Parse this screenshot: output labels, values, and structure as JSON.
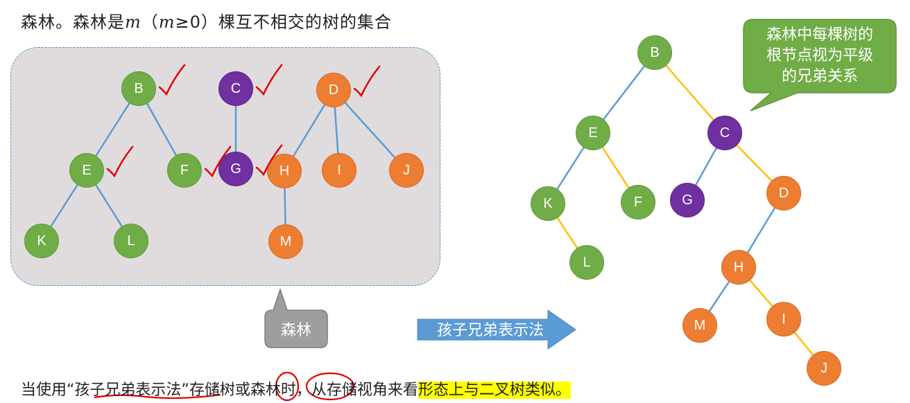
{
  "title": {
    "prefix": "森林。森林是",
    "m1": "m",
    "paren_open": "（",
    "m2": "m",
    "cond": "≥0",
    "paren_close": "）",
    "suffix": "棵互不相交的树的集合"
  },
  "forest_label": "森林",
  "arrow_label": "孩子兄弟表示法",
  "callout": {
    "line1": "森林中每棵树的",
    "line2": "根节点视为平级",
    "line3": "的兄弟关系"
  },
  "bottom": {
    "part1": "当使用“",
    "part2": "孩子兄弟表示法",
    "part3": "”存储树或森林时，从存储视角来看",
    "part4": "形态上与二叉树类似。"
  },
  "colors": {
    "green": "#70ad47",
    "purple": "#7030a0",
    "orange": "#ed7d31",
    "blue_edge": "#5b9bd5",
    "yellow_edge": "#ffc000",
    "callout": "#70ad47",
    "box_bg": "#e0dcde",
    "label_box": "#9e9e9e",
    "arrow": "#5b9bd5",
    "highlight": "#ffff00",
    "mark_red": "#e00000"
  },
  "forest": {
    "nodes": [
      {
        "id": "B",
        "label": "B",
        "color": "green"
      },
      {
        "id": "C",
        "label": "C",
        "color": "purple"
      },
      {
        "id": "D",
        "label": "D",
        "color": "orange"
      },
      {
        "id": "E",
        "label": "E",
        "color": "green"
      },
      {
        "id": "F",
        "label": "F",
        "color": "green"
      },
      {
        "id": "G",
        "label": "G",
        "color": "purple"
      },
      {
        "id": "H",
        "label": "H",
        "color": "orange"
      },
      {
        "id": "I",
        "label": "I",
        "color": "orange"
      },
      {
        "id": "J",
        "label": "J",
        "color": "orange"
      },
      {
        "id": "K",
        "label": "K",
        "color": "green"
      },
      {
        "id": "L",
        "label": "L",
        "color": "green"
      },
      {
        "id": "M",
        "label": "M",
        "color": "orange"
      }
    ],
    "edges": [
      [
        "B",
        "E"
      ],
      [
        "B",
        "F"
      ],
      [
        "C",
        "G"
      ],
      [
        "D",
        "H"
      ],
      [
        "D",
        "I"
      ],
      [
        "D",
        "J"
      ],
      [
        "E",
        "K"
      ],
      [
        "E",
        "L"
      ],
      [
        "H",
        "M"
      ]
    ],
    "checked": [
      "B",
      "C",
      "D",
      "E",
      "F",
      "G"
    ]
  },
  "binary_tree": {
    "nodes": [
      {
        "id": "B",
        "label": "B",
        "color": "green"
      },
      {
        "id": "E",
        "label": "E",
        "color": "green"
      },
      {
        "id": "C",
        "label": "C",
        "color": "purple"
      },
      {
        "id": "K",
        "label": "K",
        "color": "green"
      },
      {
        "id": "F",
        "label": "F",
        "color": "green"
      },
      {
        "id": "G",
        "label": "G",
        "color": "purple"
      },
      {
        "id": "D",
        "label": "D",
        "color": "orange"
      },
      {
        "id": "L",
        "label": "L",
        "color": "green"
      },
      {
        "id": "H",
        "label": "H",
        "color": "orange"
      },
      {
        "id": "M",
        "label": "M",
        "color": "orange"
      },
      {
        "id": "I",
        "label": "I",
        "color": "orange"
      },
      {
        "id": "J",
        "label": "J",
        "color": "orange"
      }
    ],
    "edges": [
      [
        "B",
        "E",
        "child"
      ],
      [
        "B",
        "C",
        "sibling"
      ],
      [
        "E",
        "K",
        "child"
      ],
      [
        "E",
        "F",
        "sibling"
      ],
      [
        "C",
        "G",
        "child"
      ],
      [
        "C",
        "D",
        "sibling"
      ],
      [
        "K",
        "L",
        "sibling"
      ],
      [
        "D",
        "H",
        "child"
      ],
      [
        "H",
        "M",
        "child"
      ],
      [
        "H",
        "I",
        "sibling"
      ],
      [
        "I",
        "J",
        "sibling"
      ]
    ]
  }
}
